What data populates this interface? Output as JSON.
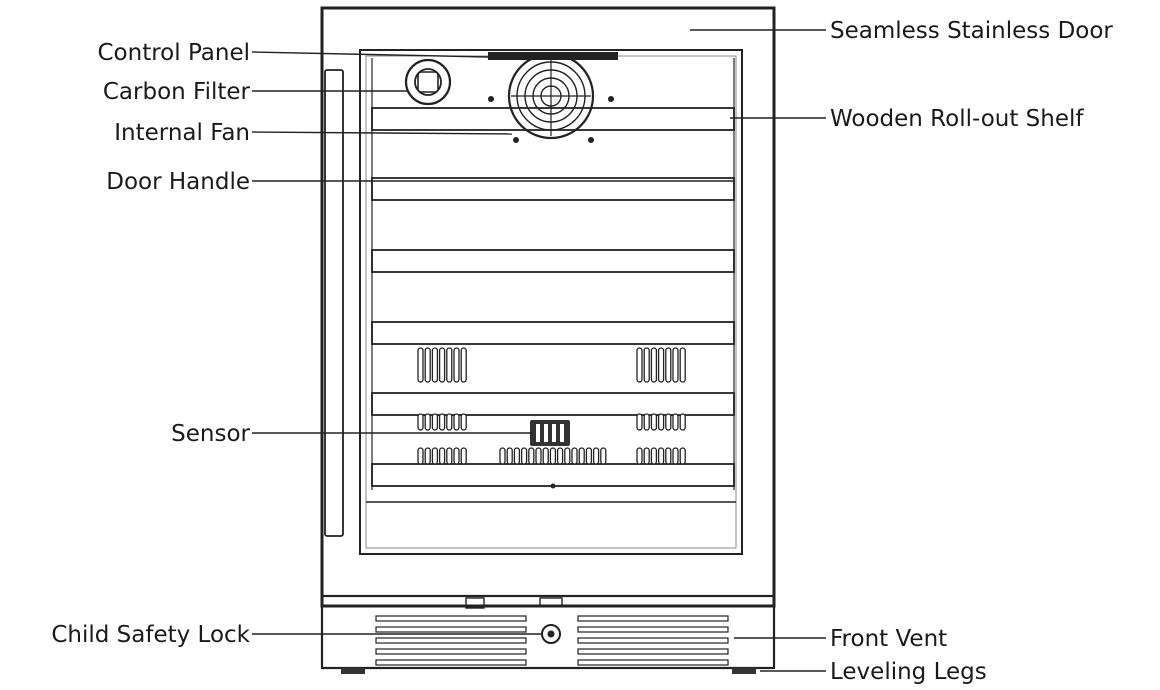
{
  "labels": {
    "control_panel": "Control Panel",
    "carbon_filter": "Carbon Filter",
    "internal_fan": "Internal Fan",
    "door_handle": "Door Handle",
    "sensor": "Sensor",
    "child_safety_lock": "Child Safety Lock",
    "seamless_door": "Seamless Stainless Door",
    "wooden_shelf": "Wooden Roll-out Shelf",
    "front_vent": "Front Vent",
    "leveling_legs": "Leveling Legs"
  },
  "colors": {
    "door_frame": "#d2d2d2",
    "outline": "#222222",
    "interior": "#ffffff"
  }
}
